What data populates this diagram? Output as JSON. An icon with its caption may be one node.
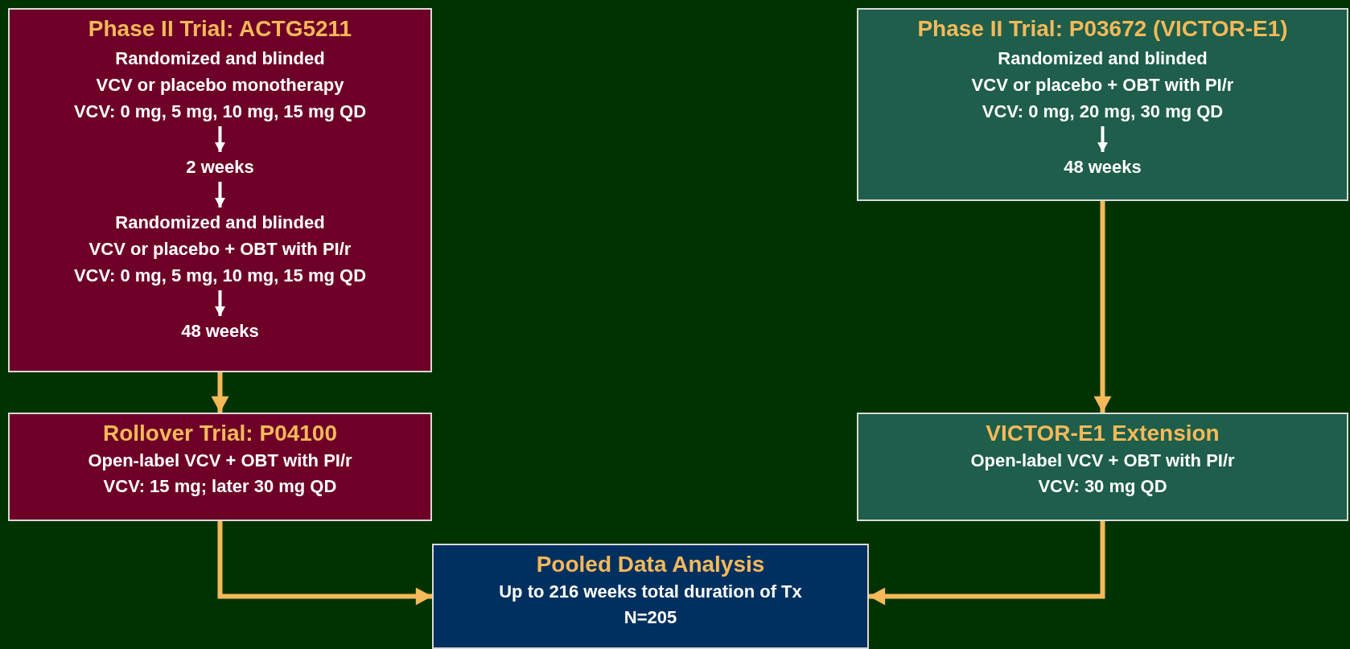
{
  "diagram": {
    "nodes": [
      {
        "text": [
          "Phase II Trial: ACTG5211"
        ]
      },
      {
        "text": [
          "Randomized and blinded",
          "VCV or placebo monotherapy",
          "VCV: 0 mg, 5 mg, 10 mg, 15 mg QD"
        ],
        "in": 0
      },
      {
        "text": [
          "2 weeks"
        ],
        "in": 0
      },
      {
        "text": [
          "Randomized and blinded",
          "VCV or placebo + OBT with PI/r",
          "VCV: 0 mg, 5 mg, 10 mg, 15 mg QD"
        ],
        "in": 0
      },
      {
        "text": [
          "48 weeks"
        ],
        "in": 0
      },
      {
        "text": [
          "Phase II Trial: P03672 (VICTOR-E1)"
        ]
      },
      {
        "text": [
          "Randomized and blinded",
          "VCV or placebo + OBT with PI/r",
          "VCV: 0 mg, 20 mg, 30 mg QD"
        ],
        "in": 5
      },
      {
        "text": [
          "48 weeks"
        ],
        "in": 5
      },
      {
        "text": [
          "Rollover Trial: P04100",
          "Open-label VCV + OBT with PI/r",
          "VCV: 15 mg; later 30 mg QD"
        ]
      },
      {
        "text": [
          "VICTOR-E1 Extension",
          "Open-label VCV + OBT with PI/r",
          "VCV: 30 mg QD"
        ]
      },
      {
        "text": [
          "Pooled Data Analysis",
          "Up to 216 weeks total duration of Tx",
          "N=205"
        ]
      }
    ],
    "edges": [
      {
        "from": 1,
        "to": 2,
        "arrow": "to",
        "color": "#ffffff"
      },
      {
        "from": 2,
        "to": 3,
        "arrow": "to",
        "color": "#ffffff"
      },
      {
        "from": 3,
        "to": 4,
        "arrow": "to",
        "color": "#ffffff"
      },
      {
        "from": 6,
        "to": 7,
        "arrow": "to",
        "color": "#ffffff"
      },
      {
        "from": 0,
        "to": 8,
        "arrow": "to",
        "color": "#f5b95a"
      },
      {
        "from": 5,
        "to": 9,
        "arrow": "to",
        "color": "#f5b95a"
      },
      {
        "from": 8,
        "to": 10,
        "arrow": "to",
        "color": "#f5b95a"
      },
      {
        "from": 9,
        "to": 10,
        "arrow": "to",
        "color": "#f5b95a"
      }
    ]
  }
}
